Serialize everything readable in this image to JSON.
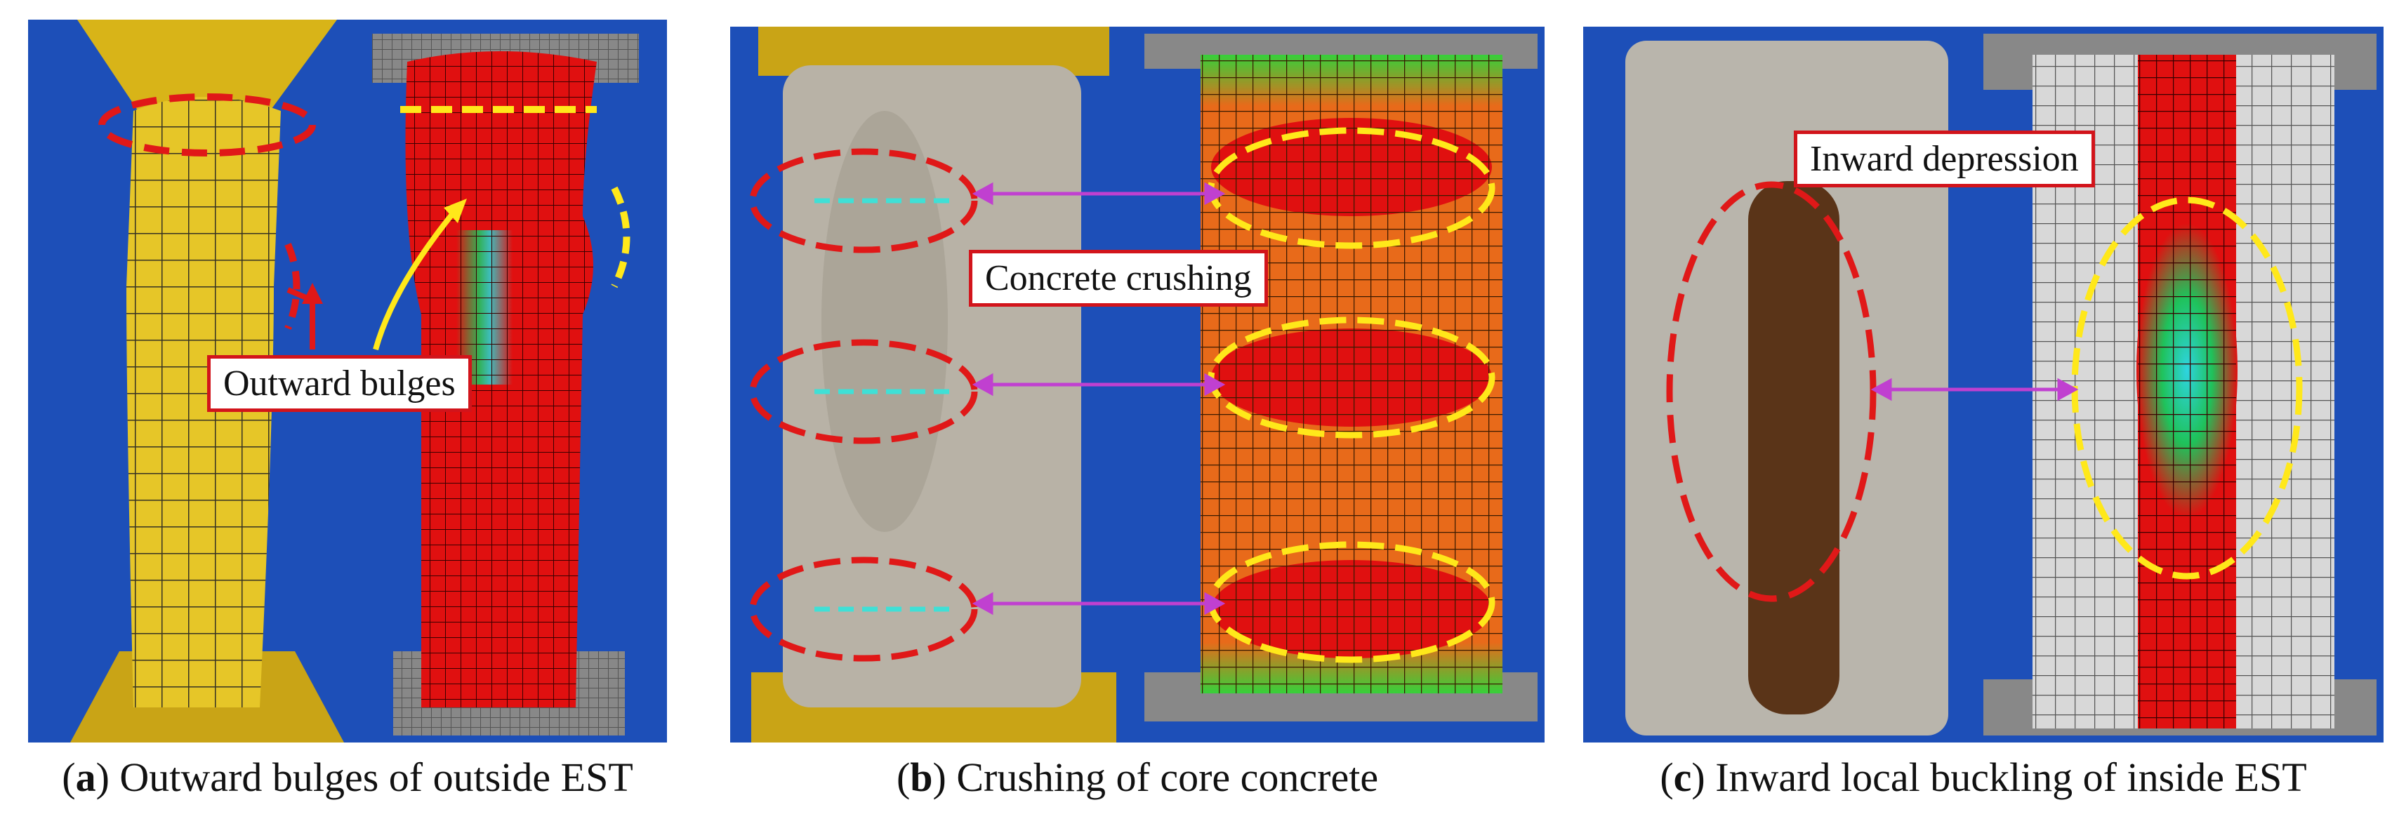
{
  "figure": {
    "panels": [
      {
        "id": "a",
        "caption_letter": "a",
        "caption_text": "Outward bulges of outside EST",
        "label": "Outward bulges"
      },
      {
        "id": "b",
        "caption_letter": "b",
        "caption_text": "Crushing of core concrete",
        "label": "Concrete crushing"
      },
      {
        "id": "c",
        "caption_letter": "c",
        "caption_text": "Inward local buckling of inside EST",
        "label": "Inward depression"
      }
    ]
  },
  "colors": {
    "background_blue": "#1d4fb8",
    "fe_red": "#e01010",
    "fe_orange": "#e86a1a",
    "marker_red": "#e01818",
    "marker_yellow": "#ffe81a",
    "marker_cyan": "#3fe0d6",
    "arrow_magenta": "#c040d0"
  }
}
